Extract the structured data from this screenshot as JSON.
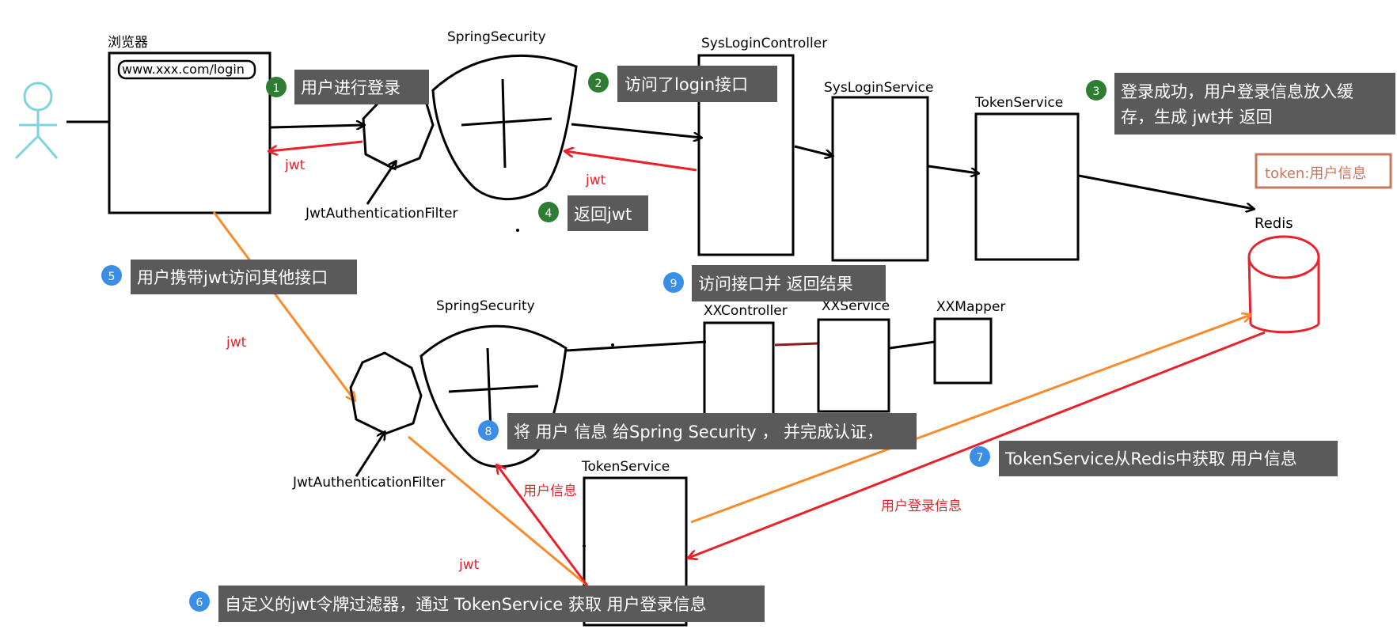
{
  "labels": {
    "browser": "浏览器",
    "url": "www.xxx.com/login",
    "spring_security_top": "SpringSecurity",
    "spring_security_bottom": "SpringSecurity",
    "jwt_filter_top": "JwtAuthenticationFilter",
    "jwt_filter_bottom": "JwtAuthenticationFilter",
    "sys_login_controller": "SysLoginController",
    "sys_login_service": "SysLoginService",
    "token_service_top": "TokenService",
    "token_service_bottom": "TokenService",
    "redis": "Redis",
    "redis_note": "token:用户信息",
    "xx_controller": "XXController",
    "xx_service": "XXService",
    "xx_mapper": "XXMapper"
  },
  "arrow_labels": {
    "jwt_to_browser": "jwt",
    "jwt_from_controller": "jwt",
    "jwt_carry": "jwt",
    "jwt_to_token_service": "jwt",
    "user_info": "用户信息",
    "user_login_info": "用户登录信息"
  },
  "steps": [
    {
      "num": "1",
      "text": "用户进行登录",
      "color": "#2e7d32"
    },
    {
      "num": "2",
      "text": "访问了login接口",
      "color": "#2e7d32"
    },
    {
      "num": "3",
      "line1": "登录成功，用户登录信息放入缓",
      "line2": "存，生成 jwt并 返回",
      "color": "#2e7d32"
    },
    {
      "num": "4",
      "text": "返回jwt",
      "color": "#2e7d32"
    },
    {
      "num": "5",
      "text": "用户携带jwt访问其他接口",
      "color": "#3a8ee6"
    },
    {
      "num": "6",
      "text": "自定义的jwt令牌过滤器，通过 TokenService 获取 用户登录信息",
      "color": "#3a8ee6"
    },
    {
      "num": "7",
      "text": "TokenService从Redis中获取 用户信息",
      "color": "#3a8ee6"
    },
    {
      "num": "8",
      "text": "将 用户 信息 给Spring Security ， 并完成认证，",
      "color": "#3a8ee6"
    },
    {
      "num": "9",
      "text": "访问接口并 返回结果",
      "color": "#3a8ee6"
    }
  ],
  "colors": {
    "line": "#000000",
    "red": "#e8222b",
    "orange": "#fa8a2a",
    "stick_figure": "#7fd3e0",
    "callout_bg": "#5a5a5a",
    "callout_text": "#ffffff",
    "note_border": "#c9785c",
    "note_text": "#c9785c"
  }
}
